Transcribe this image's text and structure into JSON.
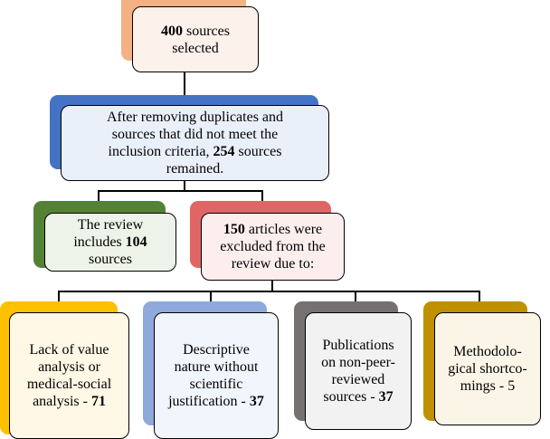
{
  "boxes": [
    {
      "id": "selected",
      "bold": "400",
      "text": " sources selected",
      "color": "#F4B183",
      "fill": "#FDF1EC"
    },
    {
      "id": "remaining",
      "pre": "After removing duplicates and sources that did not meet the inclusion criteria, ",
      "bold": "254",
      "text": " sources remained.",
      "color": "#4472C4",
      "fill": "#EAF0FA"
    },
    {
      "id": "included",
      "pre": "The review includes ",
      "bold": "104",
      "text": " sources",
      "color": "#548235",
      "fill": "#EEF3EA"
    },
    {
      "id": "excluded",
      "bold": "150",
      "text": " articles were excluded from the review due to:",
      "color": "#E06666",
      "fill": "#FDEEEE"
    },
    {
      "id": "lack-of-value",
      "pre": "Lack of value analysis or medical-social analysis - ",
      "bold": "71",
      "color": "#FFC000",
      "fill": "#FFF8E6"
    },
    {
      "id": "descriptive",
      "pre": "Descriptive nature without scientific justification - ",
      "bold": "37",
      "color": "#8EA9DB",
      "fill": "#F1F5FC"
    },
    {
      "id": "non-peer-reviewed",
      "pre": "Publications on non-peer-reviewed sources - ",
      "bold": "37",
      "color": "#767171",
      "fill": "#F2F2F2"
    },
    {
      "id": "methodological",
      "pre": "Methodolo-gical shortco-mings - 5",
      "color": "#BF9000",
      "fill": "#FBF5E8"
    }
  ]
}
